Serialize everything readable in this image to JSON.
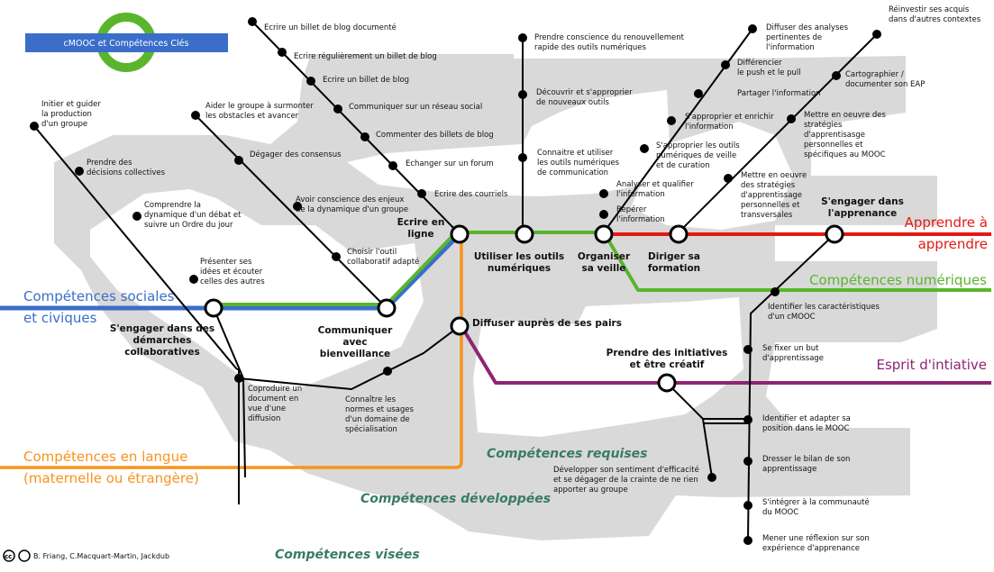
{
  "title": "cMOOC et Compétences Clés",
  "credits": "B. Friang, C.Macquart-Martin, Jackdub",
  "cc_icon": "cc-by-icon",
  "lines": {
    "sociales": {
      "label": [
        "Compétences sociales",
        "et civiques"
      ],
      "color": "#3a6ec9"
    },
    "numeriques": {
      "label": [
        "Compétences numériques"
      ],
      "color": "#5ab52c"
    },
    "apprendre": {
      "label": [
        "Apprendre à",
        "apprendre"
      ],
      "color": "#e11a14"
    },
    "langue": {
      "label": [
        "Compétences en langue",
        "(maternelle ou étrangère)"
      ],
      "color": "#f7931e"
    },
    "initiative": {
      "label": [
        "Esprit d'intiative"
      ],
      "color": "#8e2473"
    }
  },
  "categories": {
    "requises": "Compétences requises",
    "developpees": "Compétences développées",
    "visees": "Compétences visées"
  },
  "stations": {
    "engager_demarches": [
      "S'engager dans des",
      "démarches",
      "collaboratives"
    ],
    "communiquer": [
      "Communiquer",
      "avec",
      "bienveillance"
    ],
    "ecrire_ligne": [
      "Ecrire en",
      "ligne"
    ],
    "utiliser_outils": [
      "Utiliser les outils",
      "numériques"
    ],
    "organiser_veille": [
      "Organiser",
      "sa veille"
    ],
    "diriger_formation": [
      "Diriger sa",
      "formation"
    ],
    "engager_apprenance": [
      "S'engager dans",
      "l'apprenance"
    ],
    "diffuser_pairs": [
      "Diffuser auprès de ses pairs"
    ],
    "prendre_initiatives": [
      "Prendre des initiatives",
      "et être créatif"
    ]
  },
  "stops": {
    "initier": [
      "Initier et guider",
      "la production",
      "d'un groupe"
    ],
    "decisions": [
      "Prendre des",
      "décisions collectives"
    ],
    "comprendre": [
      "Comprendre la",
      "dynamique d'un débat et",
      "suivre un Ordre du jour"
    ],
    "presenter": [
      "Présenter ses",
      "idées et écouter",
      "celles des autres"
    ],
    "coproduire": [
      "Coproduire un",
      "document en",
      "vue d'une",
      "diffusion"
    ],
    "aider": [
      "Aider le groupe à surmonter",
      "les obstacles et avancer"
    ],
    "degager": [
      "Dégager des consensus"
    ],
    "avoir_conscience": [
      "Avoir conscience des enjeux",
      "de la dynamique d'un groupe"
    ],
    "choisir": [
      "Choisir l'outil",
      "collaboratif adapté"
    ],
    "blog_documente": [
      "Ecrire un billet de blog documenté"
    ],
    "blog_regulier": [
      "Ecrire régulièrement un billet de blog"
    ],
    "blog": [
      "Ecrire un billet de blog"
    ],
    "reseau": [
      "Communiquer sur un réseau social"
    ],
    "commenter": [
      "Commenter des billets de blog"
    ],
    "forum": [
      "Echanger sur un forum"
    ],
    "courriels": [
      "Ecrire des courriels"
    ],
    "prendre_conscience": [
      "Prendre conscience du renouvellement",
      "rapide des outils numériques"
    ],
    "decouvrir": [
      "Découvrir et s'approprier",
      "de nouveaux outils"
    ],
    "connaitre_outils": [
      "Connaitre et utiliser",
      "les outils numériques",
      "de communication"
    ],
    "diffuser_analyses": [
      "Diffuser des analyses",
      "pertinentes de",
      "l'information"
    ],
    "differencier": [
      "Différencier",
      "le push et le pull"
    ],
    "partager": [
      "Partager l'information"
    ],
    "approprier_info": [
      "S'approprier et enrichir",
      "l'information"
    ],
    "approprier_outils": [
      "S'approprier les outils",
      "numériques de veille",
      "et de curation"
    ],
    "analyser": [
      "Analyser et qualifier",
      "l'information"
    ],
    "reperer": [
      "Repérer",
      "l'information"
    ],
    "reinvestir": [
      "Réinvestir ses acquis",
      "dans d'autres contextes"
    ],
    "cartographier": [
      "Cartographier /",
      "documenter son EAP"
    ],
    "strategies_mooc": [
      "Mettre en oeuvre des",
      "stratégies",
      "d'apprentisasge",
      "personnelles et",
      "spécifiques au MOOC"
    ],
    "strategies_transv": [
      "Mettre en oeuvre",
      "des stratégies",
      "d'apprentissage",
      "personnelles et",
      "transversales"
    ],
    "identifier_carac": [
      "Identifier les caractéristiques",
      "d'un cMOOC"
    ],
    "but": [
      "Se fixer un but",
      "d'apprentissage"
    ],
    "position": [
      "Identifier et adapter sa",
      "position dans le MOOC"
    ],
    "bilan": [
      "Dresser le bilan de son",
      "apprentissage"
    ],
    "integrer": [
      "S'intégrer à la communauté",
      "du MOOC"
    ],
    "reflexion": [
      "Mener une réflexion sur son",
      "expérience d'apprenance"
    ],
    "efficacite": [
      "Développer son sentiment d'efficacité",
      "et se dégager de la crainte de ne rien",
      "apporter au groupe"
    ],
    "normes": [
      "Connaître les",
      "normes et usages",
      "d'un domaine de",
      "spécialisation"
    ]
  }
}
